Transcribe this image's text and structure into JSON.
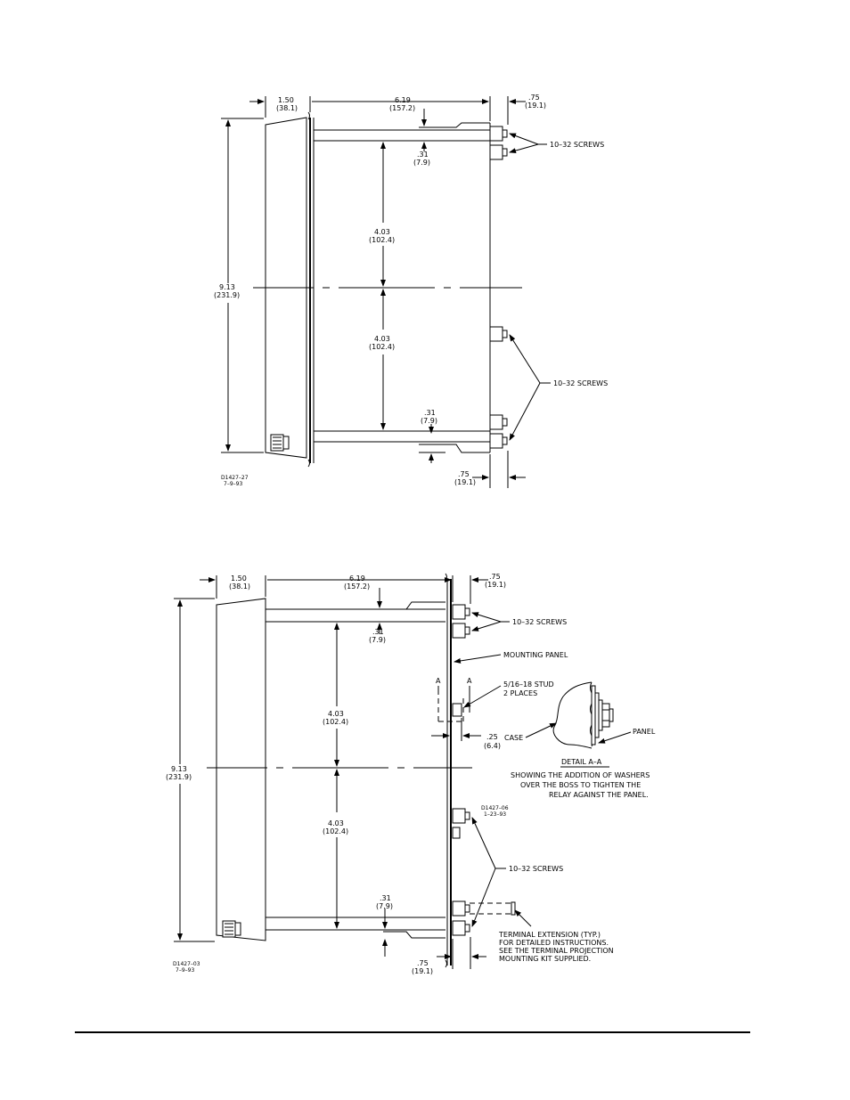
{
  "drawing1": {
    "dim_left_width": [
      "1.50",
      "(38.1)"
    ],
    "dim_depth": [
      "6.19",
      "(157.2)"
    ],
    "dim_terminal_top": [
      ".75",
      "(19.1)"
    ],
    "dim_height": [
      "9.13",
      "(231.9)"
    ],
    "dim_offset_top": [
      ".31",
      "(7.9)"
    ],
    "dim_upper_half": [
      "4.03",
      "(102.4)"
    ],
    "dim_lower_half": [
      "4.03",
      "(102.4)"
    ],
    "dim_offset_bottom": [
      ".31",
      "(7.9)"
    ],
    "dim_terminal_bottom": [
      ".75",
      "(19.1)"
    ],
    "label_screws_top": "10–32 SCREWS",
    "label_screws_bottom": "10–32 SCREWS",
    "drawing_id": [
      "D1427–27",
      "7–9–93"
    ]
  },
  "drawing2": {
    "dim_left_width": [
      "1.50",
      "(38.1)"
    ],
    "dim_depth": [
      "6.19",
      "(157.2)"
    ],
    "dim_terminal_top": [
      ".75",
      "(19.1)"
    ],
    "dim_height": [
      "9.13",
      "(231.9)"
    ],
    "dim_offset_top": [
      ".31",
      "(7.9)"
    ],
    "dim_upper_half": [
      "4.03",
      "(102.4)"
    ],
    "dim_lower_half": [
      "4.03",
      "(102.4)"
    ],
    "dim_offset_bottom": [
      ".31",
      "(7.9)"
    ],
    "dim_terminal_bottom": [
      ".75",
      "(19.1)"
    ],
    "dim_stud": [
      ".25",
      "(6.4)"
    ],
    "label_screws_top": "10–32 SCREWS",
    "label_screws_bottom": "10–32 SCREWS",
    "label_mounting_panel": "MOUNTING PANEL",
    "label_stud": [
      "5/16–18 STUD",
      "2 PLACES"
    ],
    "label_section": "A",
    "label_case": "CASE",
    "label_panel": "PANEL",
    "detail_title": "DETAIL A–A",
    "detail_caption": [
      "SHOWING THE ADDITION OF WASHERS",
      "OVER THE BOSS TO TIGHTEN THE",
      "RELAY AGAINST THE PANEL."
    ],
    "detail_id": [
      "D1427–06",
      "1–23–93"
    ],
    "terminal_note": [
      "TERMINAL EXTENSION (TYP.)",
      "FOR DETAILED INSTRUCTIONS.",
      "SEE THE TERMINAL PROJECTION",
      "MOUNTING KIT SUPPLIED."
    ],
    "drawing_id": [
      "D1427–03",
      "7–9–93"
    ]
  }
}
